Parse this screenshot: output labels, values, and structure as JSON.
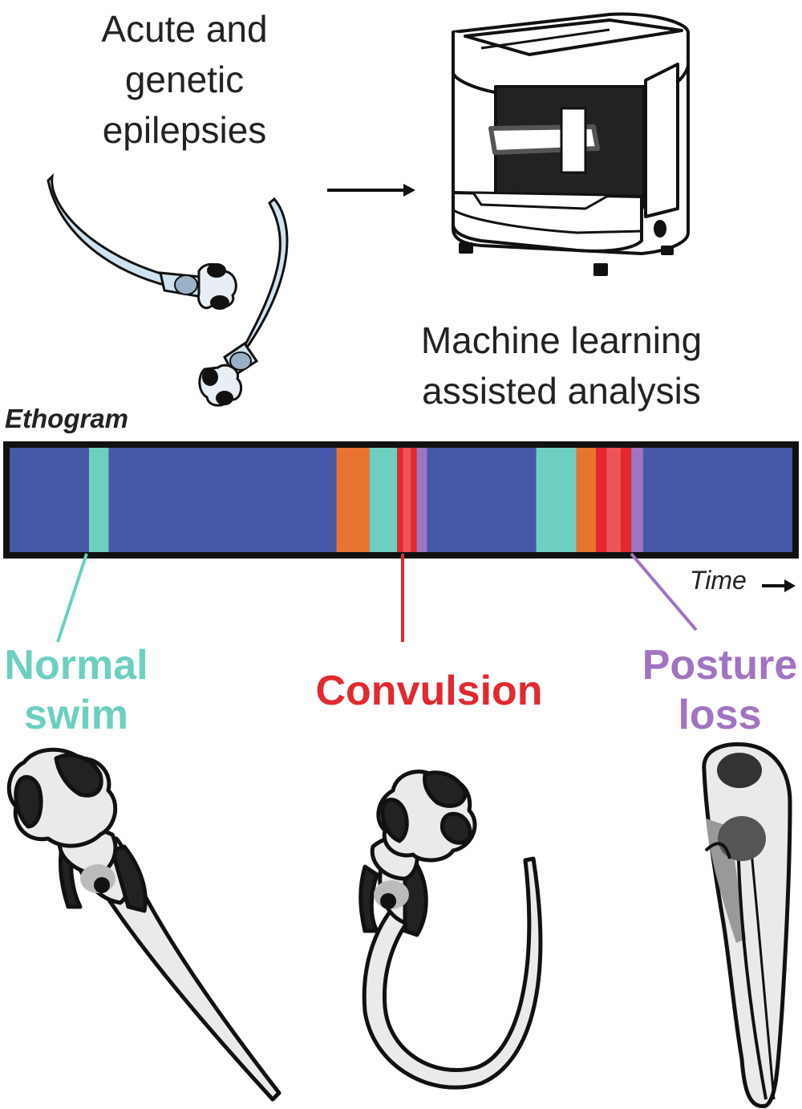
{
  "title_left": [
    "Acute and",
    "genetic",
    "epilepsies"
  ],
  "title_right": [
    "Machine learning",
    "assisted analysis"
  ],
  "ethogram": {
    "label": "Ethogram",
    "time_label": "Time",
    "colors": {
      "background": "#4658a6",
      "normal": "#6dcfc0",
      "orange": "#e87430",
      "convulsion": "#e3282f",
      "convulsion_light": "#ec5558",
      "posture": "#a074c0",
      "border": "#111111"
    },
    "segments": [
      {
        "state": "normal",
        "start": 0.103,
        "end": 0.128
      },
      {
        "state": "orange",
        "start": 0.418,
        "end": 0.46
      },
      {
        "state": "normal",
        "start": 0.46,
        "end": 0.495
      },
      {
        "state": "convulsion",
        "start": 0.495,
        "end": 0.52
      },
      {
        "state": "posture",
        "start": 0.52,
        "end": 0.533
      },
      {
        "state": "normal",
        "start": 0.672,
        "end": 0.723
      },
      {
        "state": "orange",
        "start": 0.723,
        "end": 0.748
      },
      {
        "state": "convulsion",
        "start": 0.748,
        "end": 0.793
      },
      {
        "state": "posture",
        "start": 0.793,
        "end": 0.808
      }
    ]
  },
  "behaviors": {
    "normal": {
      "lines": [
        "Normal",
        "swim"
      ],
      "color": "#6dcfc0"
    },
    "convulsion": {
      "lines": [
        "Convulsion"
      ],
      "color": "#e3282f"
    },
    "posture": {
      "lines": [
        "Posture",
        "loss"
      ],
      "color": "#a074c0"
    }
  },
  "icons": [
    "zebrafish-larva-icon",
    "imaging-device-icon",
    "arrow-right-icon"
  ]
}
